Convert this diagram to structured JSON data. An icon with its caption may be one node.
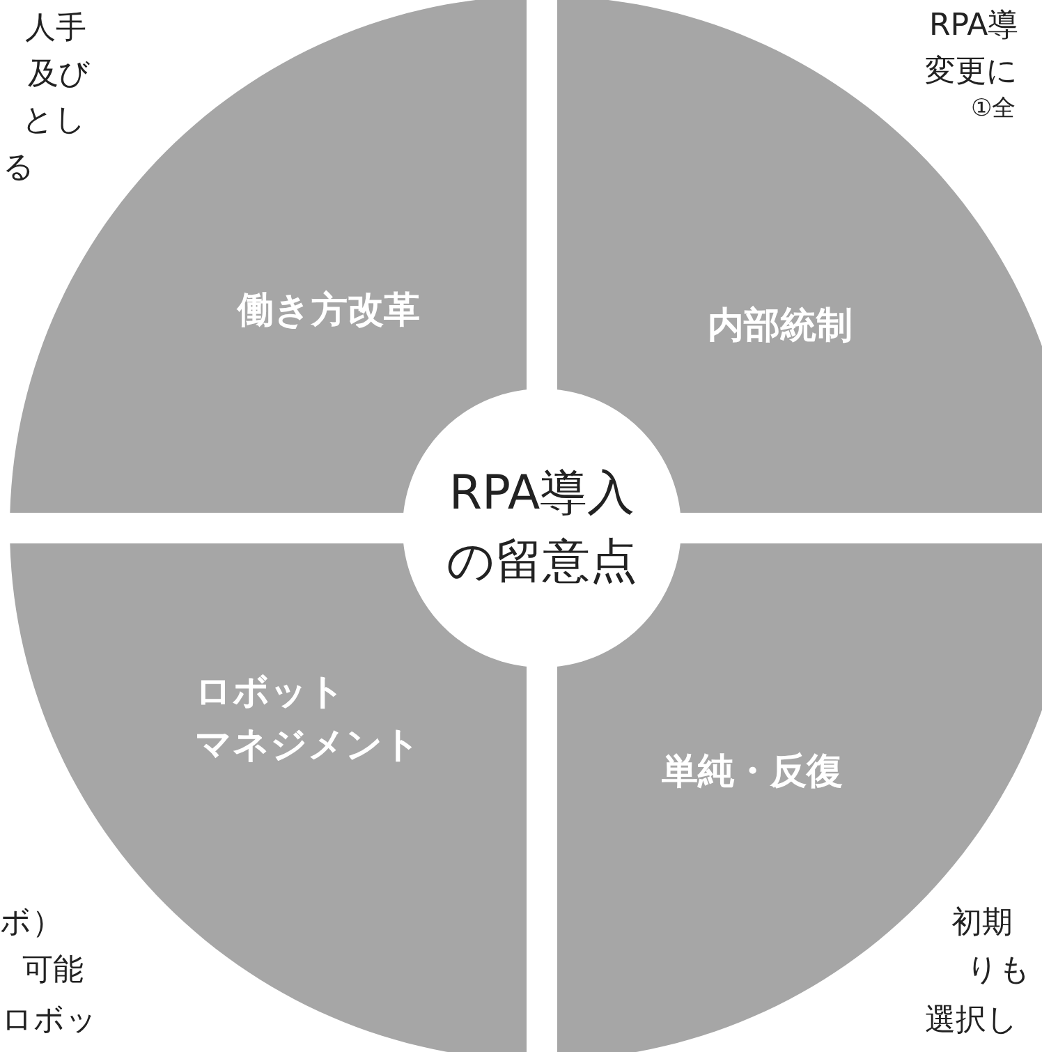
{
  "diagram": {
    "nodes": [
      {
        "text": [
          "働き方改革"
        ]
      },
      {
        "text": [
          "内部統制"
        ]
      },
      {
        "text": [
          "RPA導入の留意点"
        ]
      },
      {
        "text": [
          "ロボットマネジメント"
        ]
      },
      {
        "text": [
          "単純・反復"
        ]
      }
    ],
    "labels": [
      "人手",
      "及び",
      "とし",
      "る",
      "RPA導",
      "変更に",
      "①全",
      "ボ）",
      "可能",
      "ロボッ",
      "初期",
      "りも",
      "選択し"
    ]
  }
}
